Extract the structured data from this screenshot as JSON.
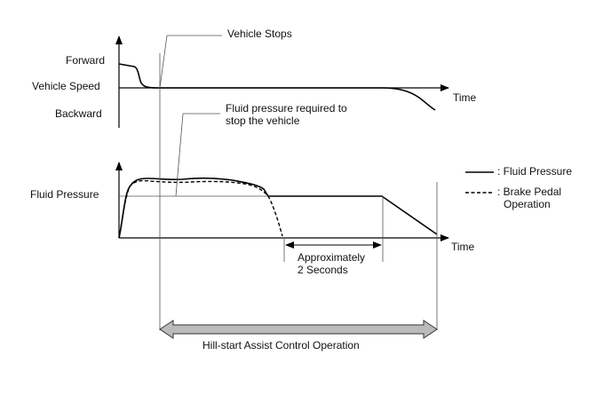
{
  "top_graph": {
    "label_forward": "Forward",
    "label_vehicle_speed": "Vehicle Speed",
    "label_backward": "Backward",
    "label_time": "Time",
    "callout_vehicle_stops": "Vehicle Stops"
  },
  "bottom_graph": {
    "label_fluid_pressure": "Fluid Pressure",
    "label_time": "Time",
    "callout_required_line1": "Fluid pressure required to",
    "callout_required_line2": "stop the vehicle",
    "duration_line1": "Approximately",
    "duration_line2": "2 Seconds"
  },
  "legend": {
    "solid_label": ": Fluid Pressure",
    "dashed_line1": ": Brake Pedal",
    "dashed_line2": "Operation"
  },
  "operation_label": "Hill-start Assist Control Operation",
  "colors": {
    "line": "#000000",
    "guide": "#555555",
    "arrow_fill": "#bbbbbb",
    "arrow_stroke": "#333333"
  }
}
